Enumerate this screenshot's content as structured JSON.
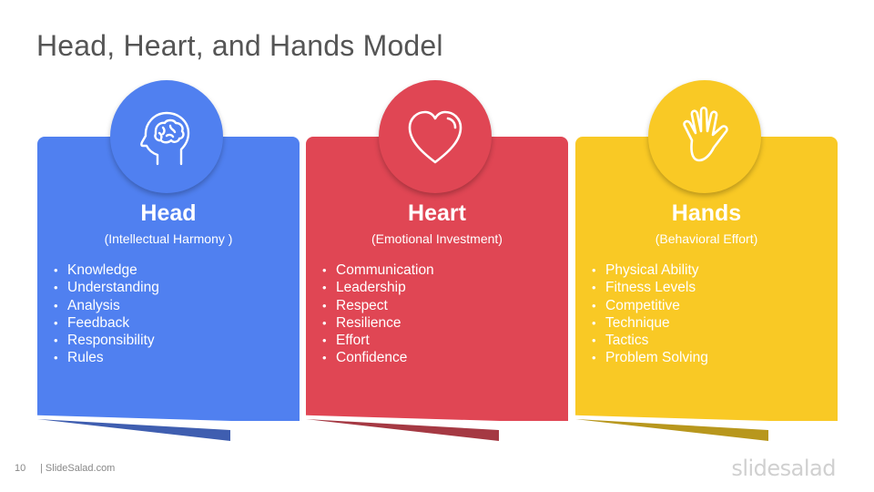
{
  "slide": {
    "title": "Head, Heart, and Hands Model",
    "page_number": "10",
    "site": "| SlideSalad.com",
    "logo": "slidesalad"
  },
  "colors": {
    "blue": "#5080f0",
    "blue_dark": "#3f5eb0",
    "red": "#e04654",
    "red_dark": "#a53943",
    "yellow": "#f9c925",
    "yellow_dark": "#b8971d"
  },
  "cards": [
    {
      "title": "Head",
      "subtitle": "(Intellectual Harmony )",
      "icon": "brain-head-icon",
      "items": [
        "Knowledge",
        "Understanding",
        "Analysis",
        "Feedback",
        "Responsibility",
        "Rules"
      ]
    },
    {
      "title": "Heart",
      "subtitle": "(Emotional Investment)",
      "icon": "heart-icon",
      "items": [
        "Communication",
        "Leadership",
        "Respect",
        "Resilience",
        "Effort",
        "Confidence"
      ]
    },
    {
      "title": "Hands",
      "subtitle": "(Behavioral Effort)",
      "icon": "hand-icon",
      "items": [
        "Physical Ability",
        "Fitness Levels",
        "Competitive",
        "Technique",
        "Tactics",
        "Problem  Solving"
      ]
    }
  ]
}
